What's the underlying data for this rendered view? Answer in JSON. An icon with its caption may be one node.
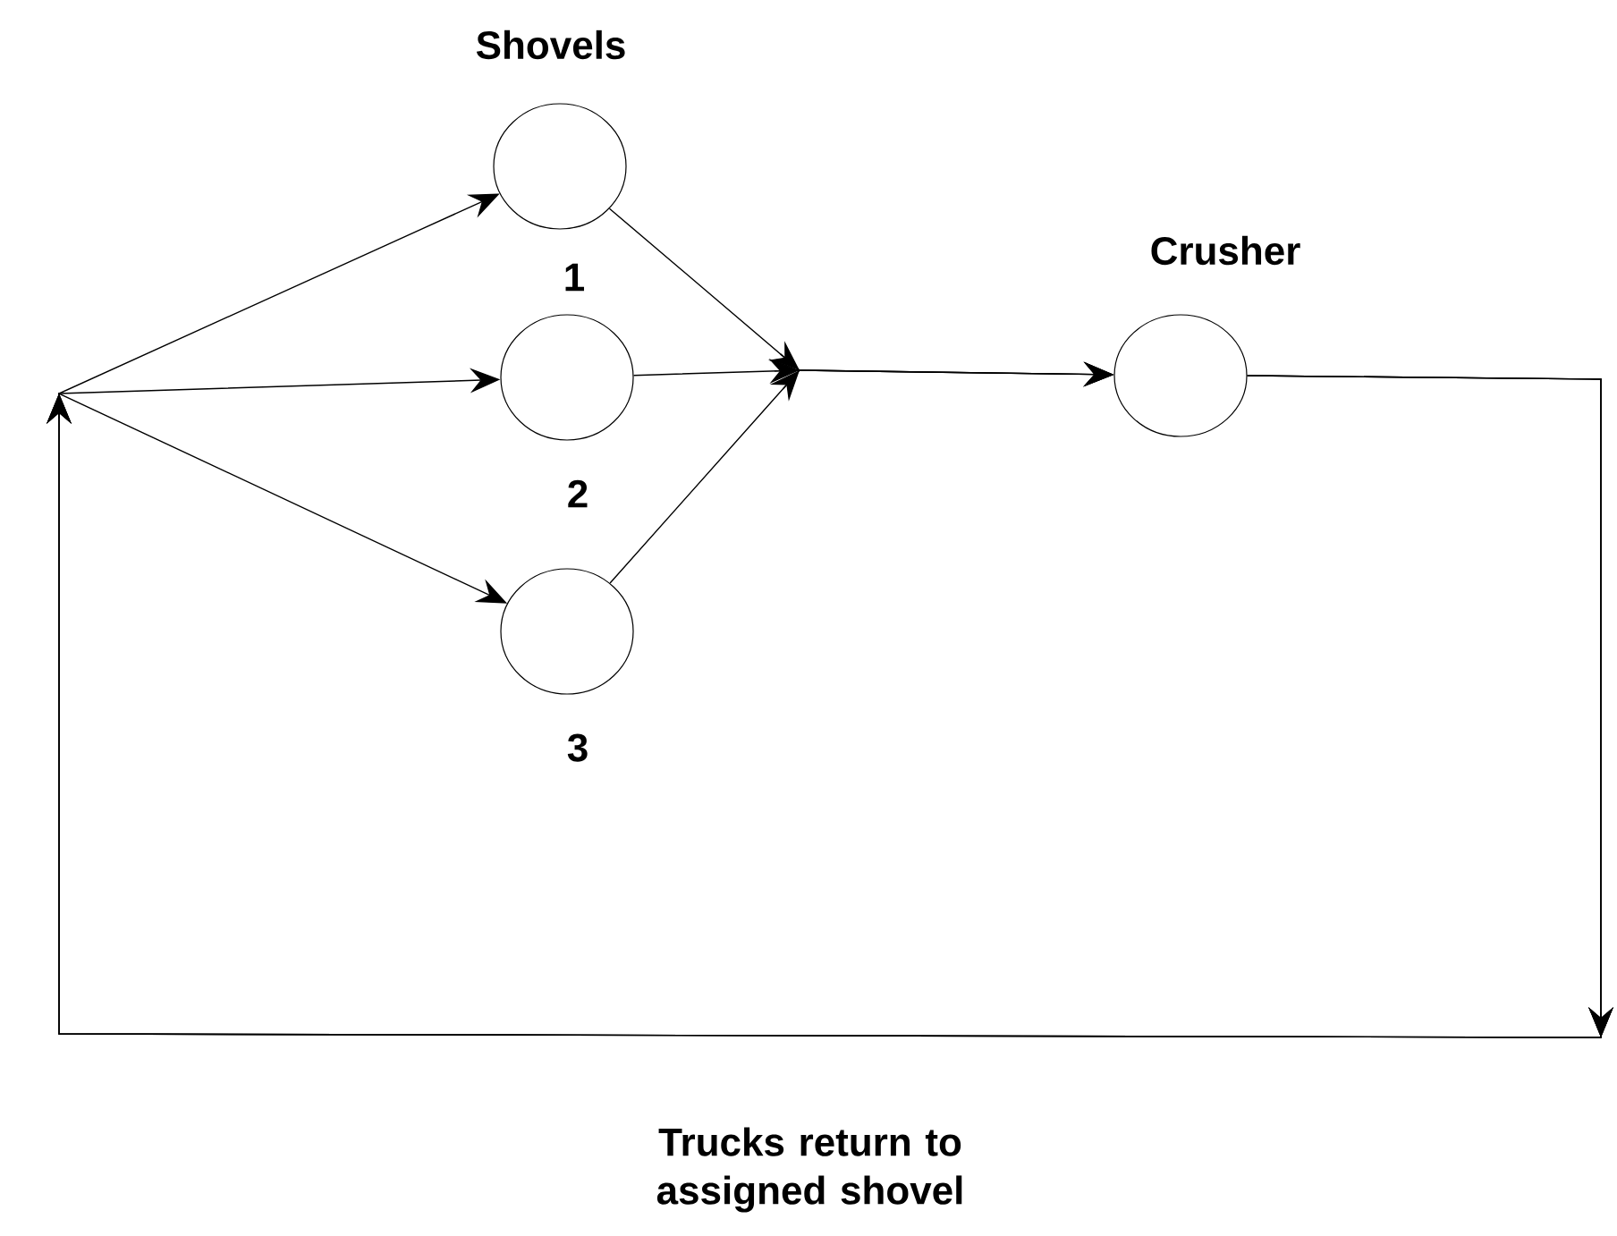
{
  "diagram": {
    "nodes": [
      {
        "text": [],
        "shape": "circle",
        "beside": [
          "1"
        ]
      },
      {
        "text": [],
        "shape": "circle",
        "beside": [
          "2"
        ]
      },
      {
        "text": [],
        "shape": "circle",
        "beside": [
          "3"
        ]
      },
      {
        "text": [],
        "shape": "circle",
        "beside": [
          "Crusher"
        ]
      }
    ],
    "edges": [
      {
        "from": 0,
        "to": 3,
        "arrow": "to"
      },
      {
        "from": 1,
        "to": 3,
        "arrow": "to"
      },
      {
        "from": 2,
        "to": 3,
        "arrow": "to"
      },
      {
        "from": 3,
        "to": 0,
        "arrow": "to"
      },
      {
        "from": 3,
        "to": 1,
        "arrow": "to"
      },
      {
        "from": 3,
        "to": 2,
        "arrow": "to"
      }
    ],
    "labels": [
      "Shovels",
      "Trucks return to assigned shovel"
    ]
  }
}
